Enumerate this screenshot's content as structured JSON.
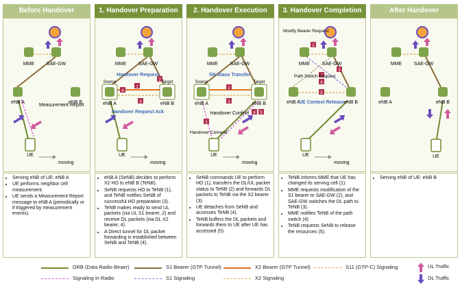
{
  "columns": [
    {
      "title": "Before Handover",
      "diagram": {
        "mme": "MME",
        "sgw": "SAE-GW",
        "enba": "eNB A",
        "enbb": "eNB B",
        "ue": "UE",
        "moving": "moving",
        "measurement": "Measurement Report"
      },
      "notes": [
        "Serving eNB of UE: eNB A",
        "UE performs neighbor cell measurement.",
        "UE sends a Measurement Report message to eNB A (periodically or if triggered by measurement events)."
      ]
    },
    {
      "title": "1. Handover Preparation",
      "diagram": {
        "mme": "MME",
        "sgw": "SAE-GW",
        "source": "Source",
        "target": "Target",
        "enba": "eNB A",
        "enbb": "eNB B",
        "ue": "UE",
        "moving": "moving",
        "req": "Handover Request",
        "ack": "Handover Request Ack",
        "n1": "1",
        "n2": "2",
        "n3": "3",
        "n4": "4"
      },
      "notes": [
        "eNB A (SeNB) decides to perform X2 HO to eNB B (TeNB).",
        "SeNB requests HO to TeNB (1), and TeNB notifies SeNB of successful HO preparation (3).",
        "TeNB makes ready to send UL packets (via UL S1 bearer, 2) and receive DL packets (via DL X2 bearer, 4).",
        "A Direct tunnel for DL packet forwarding is established between SeNB and TeNB (4)."
      ]
    },
    {
      "title": "2. Handover Execution",
      "diagram": {
        "mme": "MME",
        "sgw": "SAE-GW",
        "source": "Source",
        "target": "Target",
        "enba": "eNB A",
        "enbb": "eNB B",
        "ue": "UE",
        "moving": "moving",
        "sn": "SN Staus Transfer",
        "confirm": "Handover Confirm",
        "comand": "Handover Comand",
        "n1": "1",
        "n2": "2",
        "n3": "3",
        "n4": "4",
        "n5": "5"
      },
      "notes": [
        "SeNB commands UE to perform HO (1), transfers the DL/UL packet status to TeNB (2) and forwards DL packets to TeNB via the X2 bearer (3).",
        "UE detaches from SeNB and accesses TeNB (4).",
        "TeNB buffers the DL packets and forwards them to UE after UE has accessed (5)."
      ]
    },
    {
      "title": "3. Handover Completion",
      "diagram": {
        "mme": "MME",
        "sgw": "SAE-GW",
        "enba": "eNB A",
        "enbb": "eNB B",
        "ue": "UE",
        "moving": "moving",
        "modify": "Modify Bearer Request",
        "pathsw": "Path Switch Request",
        "ctx": "UE Context Release",
        "n1": "1",
        "n2": "2",
        "n3": "3",
        "n4": "4",
        "n5": "5"
      },
      "notes": [
        "TeNB informs MME that UE has changed its serving cell (1).",
        "MME requests modification of the S1 bearer to SAE-GW (2), and SAE-GW switches the DL path to TeNB (3).",
        "MME notifies TeNB of the path switch (4)",
        "TeNB requests SeNB to release the resources (5)."
      ]
    },
    {
      "title": "After Handover",
      "diagram": {
        "mme": "MME",
        "sgw": "SAE-GW",
        "enba": "eNB A",
        "enbb": "eNB B",
        "ue": "UE"
      },
      "notes": [
        "Serving eNB of UE: eNB B"
      ]
    }
  ],
  "legend": {
    "drb": "DRB (Data Radio Beaer)",
    "sig_radio": "Signaling in Radio",
    "s1_bearer": "S1 Bearer (GTP Tunnel)",
    "s1_sig": "S1 Signaling",
    "x2_bearer": "X2 Bearer (GTP Tunnel)",
    "x2_sig": "X2 Signaling",
    "s11": "S11 (GTP-C) Signaling",
    "ul": "UL Traffic",
    "dl": "DL Traffic"
  },
  "colors": {
    "drb": "#6f8a2e",
    "s1": "#8b6c3c",
    "x2": "#e0701e",
    "radio": "#d84fd8",
    "s1sig": "#9a66dd",
    "x2sig": "#d8a94a",
    "ul": "#d15aa0",
    "dl": "#6a4dbd",
    "marker": "#b22f4f",
    "header": "#78923a"
  }
}
